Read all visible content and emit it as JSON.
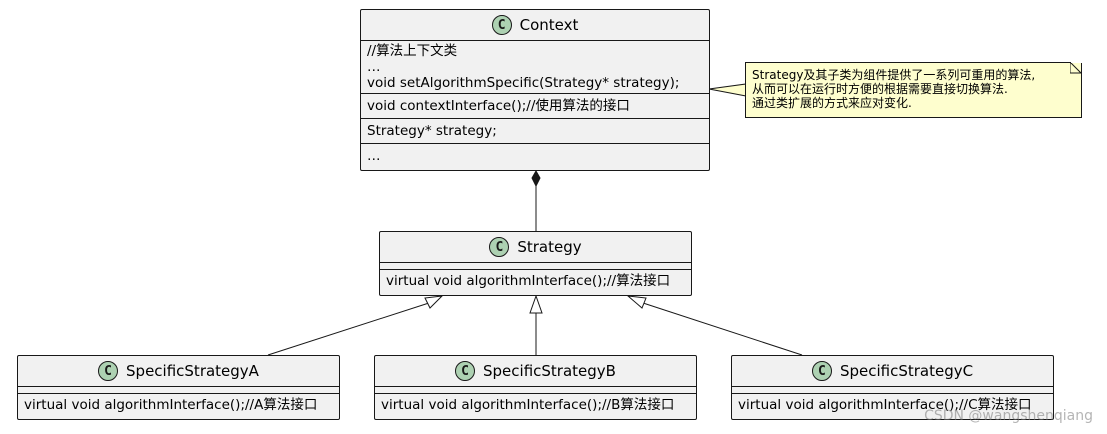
{
  "context": {
    "name": "Context",
    "attributes": [
      "//算法上下文类",
      "…",
      "void setAlgorithmSpecific(Strategy* strategy);"
    ],
    "methods": [
      "void contextInterface();//使用算法的接口"
    ],
    "fields": [
      "Strategy* strategy;"
    ],
    "more": [
      "…"
    ]
  },
  "note": {
    "lines": [
      "Strategy及其子类为组件提供了一系列可重用的算法,",
      "从而可以在运行时方便的根据需要直接切换算法.",
      "通过类扩展的方式来应对变化."
    ]
  },
  "strategy": {
    "name": "Strategy",
    "methods": [
      "virtual void algorithmInterface();//算法接口"
    ]
  },
  "specific_a": {
    "name": "SpecificStrategyA",
    "methods": [
      "virtual void algorithmInterface();//A算法接口"
    ]
  },
  "specific_b": {
    "name": "SpecificStrategyB",
    "methods": [
      "virtual void algorithmInterface();//B算法接口"
    ]
  },
  "specific_c": {
    "name": "SpecificStrategyC",
    "methods": [
      "virtual void algorithmInterface();//C算法接口"
    ]
  },
  "class_icon_letter": "C",
  "watermark": "CSDN @wangshenqiang",
  "colors": {
    "class_bg": "#f1f1f1",
    "icon_bg": "#add1b2",
    "note_bg": "#fefece",
    "line": "#181818"
  }
}
